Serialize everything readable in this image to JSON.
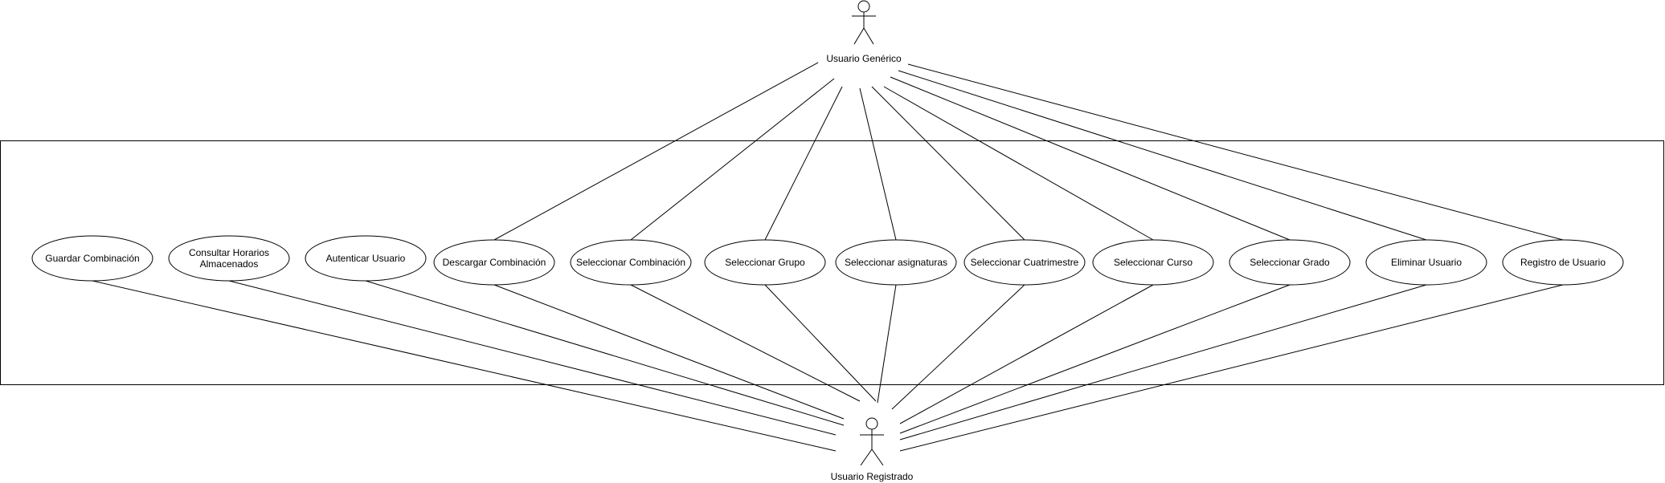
{
  "actors": {
    "generic": {
      "label": "Usuario Genérico"
    },
    "registered": {
      "label": "Usuario Registrado"
    }
  },
  "use_cases": [
    {
      "id": "guardar",
      "lines": [
        "Guardar Combinación"
      ]
    },
    {
      "id": "consultar",
      "lines": [
        "Consultar Horarios",
        "Almacenados"
      ]
    },
    {
      "id": "autenticar",
      "lines": [
        "Autenticar Usuario"
      ]
    },
    {
      "id": "descargar",
      "lines": [
        "Descargar Combinación"
      ]
    },
    {
      "id": "sel-combinacion",
      "lines": [
        "Seleccionar Combinación"
      ]
    },
    {
      "id": "sel-grupo",
      "lines": [
        "Seleccionar Grupo"
      ]
    },
    {
      "id": "sel-asignaturas",
      "lines": [
        "Seleccionar asignaturas"
      ]
    },
    {
      "id": "sel-cuatrimestre",
      "lines": [
        "Seleccionar Cuatrimestre"
      ]
    },
    {
      "id": "sel-curso",
      "lines": [
        "Seleccionar Curso"
      ]
    },
    {
      "id": "sel-grado",
      "lines": [
        "Seleccionar Grado"
      ]
    },
    {
      "id": "eliminar",
      "lines": [
        "Eliminar Usuario"
      ]
    },
    {
      "id": "registro",
      "lines": [
        "Registro de Usuario"
      ]
    }
  ],
  "associations": {
    "generic": [
      "descargar",
      "sel-combinacion",
      "sel-grupo",
      "sel-asignaturas",
      "sel-cuatrimestre",
      "sel-curso",
      "sel-grado",
      "eliminar",
      "registro"
    ],
    "registered": [
      "guardar",
      "consultar",
      "autenticar",
      "descargar",
      "sel-combinacion",
      "sel-grupo",
      "sel-asignaturas",
      "sel-cuatrimestre",
      "sel-curso",
      "sel-grado",
      "eliminar",
      "registro"
    ]
  }
}
